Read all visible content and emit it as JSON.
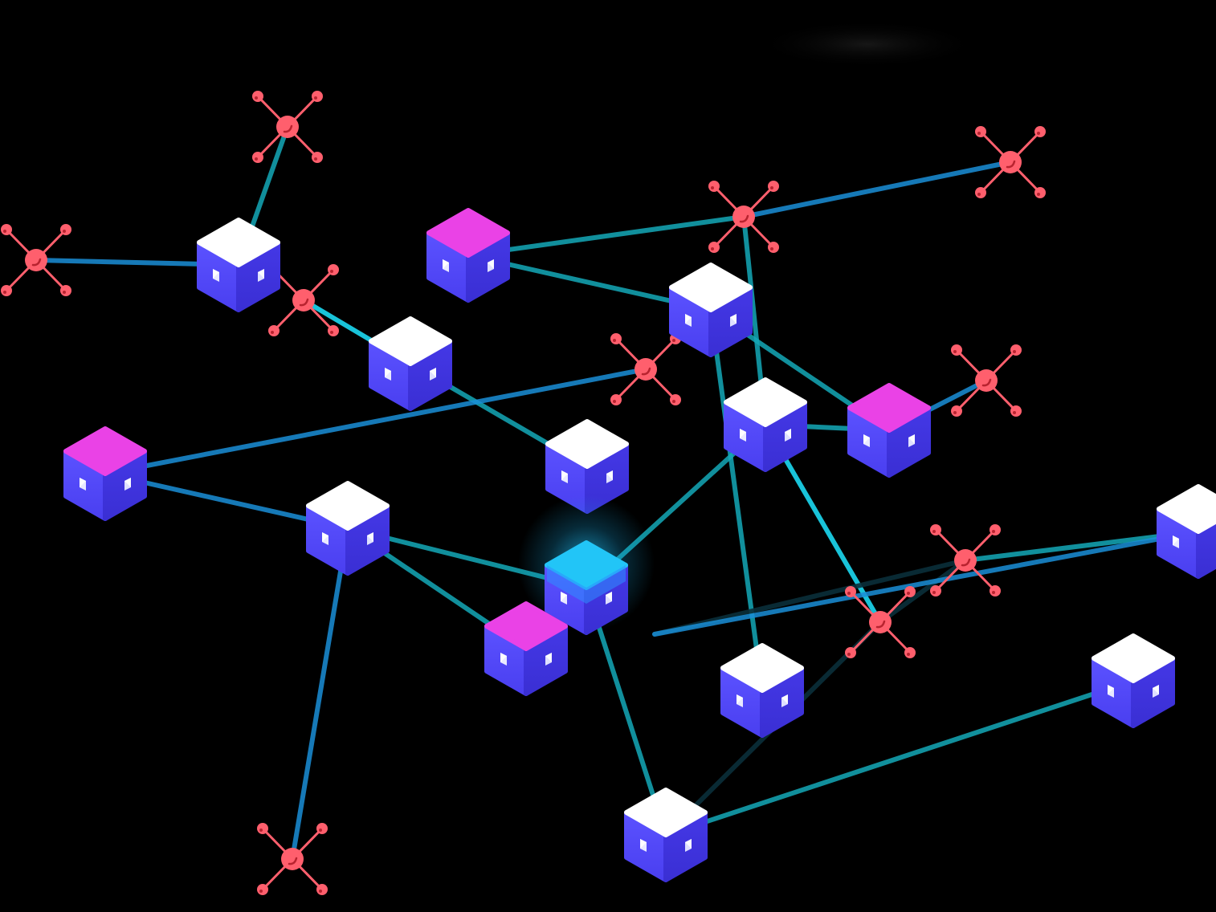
{
  "scene": {
    "background": "#000000",
    "colors": {
      "cube_top_white": "#ffffff",
      "cube_top_magenta": "#ea42e6",
      "cube_top_active": "#22c5f7",
      "cube_left": "#5a4dff",
      "cube_right": "#3b33d9",
      "hub_node": "#ff5f6d",
      "link_teal": "#14a8b8",
      "link_blue": "#1a8fd8",
      "link_bright": "#1ee6ff"
    },
    "cubes": [
      {
        "id": "c1",
        "top": "white"
      },
      {
        "id": "c2",
        "top": "magenta"
      },
      {
        "id": "c3",
        "top": "white"
      },
      {
        "id": "c4",
        "top": "white"
      },
      {
        "id": "c5",
        "top": "magenta"
      },
      {
        "id": "c6",
        "top": "white"
      },
      {
        "id": "c7",
        "top": "white"
      },
      {
        "id": "c8",
        "top": "magenta"
      },
      {
        "id": "c9",
        "top": "white"
      },
      {
        "id": "c10",
        "top": "active"
      },
      {
        "id": "c11",
        "top": "magenta"
      },
      {
        "id": "c12",
        "top": "white"
      },
      {
        "id": "c13",
        "top": "white"
      },
      {
        "id": "c14",
        "top": "white"
      },
      {
        "id": "c15",
        "top": "white"
      }
    ],
    "hubs": [
      {
        "id": "h1"
      },
      {
        "id": "h2"
      },
      {
        "id": "h3"
      },
      {
        "id": "h4"
      },
      {
        "id": "h5"
      },
      {
        "id": "h6"
      },
      {
        "id": "h7"
      },
      {
        "id": "h8"
      },
      {
        "id": "h9"
      },
      {
        "id": "h10"
      }
    ],
    "links": [
      {
        "from": "c1",
        "to": "h1",
        "style": "teal"
      },
      {
        "from": "c1",
        "to": "h2",
        "style": "blue"
      },
      {
        "from": "h3",
        "to": "c3",
        "style": "bright"
      },
      {
        "from": "c2",
        "to": "h5",
        "style": "teal"
      },
      {
        "from": "h5",
        "to": "h4",
        "style": "blue"
      },
      {
        "from": "c2",
        "to": "c4",
        "style": "teal"
      },
      {
        "from": "h5",
        "to": "c7",
        "style": "teal"
      },
      {
        "from": "c4",
        "to": "c8",
        "style": "teal"
      },
      {
        "from": "c7",
        "to": "c8",
        "style": "teal"
      },
      {
        "from": "c8",
        "to": "h7",
        "style": "blue"
      },
      {
        "from": "c3",
        "to": "c6",
        "style": "teal"
      },
      {
        "from": "h6",
        "to": "c5",
        "style": "blue"
      },
      {
        "from": "c5",
        "to": "c9",
        "style": "blue"
      },
      {
        "from": "c9",
        "to": "c10",
        "style": "teal"
      },
      {
        "from": "c10",
        "to": "c7",
        "style": "teal"
      },
      {
        "from": "c9",
        "to": "c11",
        "style": "teal"
      },
      {
        "from": "c9",
        "to": "h10",
        "style": "blue"
      },
      {
        "from": "c4",
        "to": "c12",
        "style": "teal"
      },
      {
        "from": "c10",
        "to": "c13",
        "style": "teal"
      },
      {
        "from": "c7",
        "to": "h9",
        "style": "bright"
      },
      {
        "from": "c13",
        "to": "c14",
        "style": "teal"
      },
      {
        "from": "c13",
        "to": "h9",
        "style": "dim"
      },
      {
        "from": "h9",
        "to": "h8",
        "style": "dim"
      },
      {
        "from": "h8",
        "to": "c15",
        "style": "teal"
      },
      {
        "from": "h8",
        "to": "c16",
        "style": "dim"
      },
      {
        "from": "c16",
        "to": "c15",
        "style": "blue"
      }
    ]
  }
}
